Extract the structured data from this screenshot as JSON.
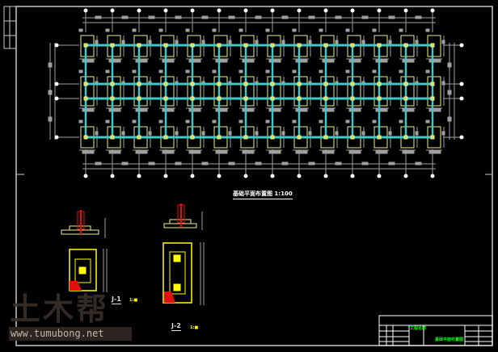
{
  "drawing": {
    "title": "基础平面布置图 1:100",
    "grid_columns": 14,
    "grid_rows": 4
  },
  "details": [
    {
      "label": "J-1",
      "scale": "1:■"
    },
    {
      "label": "J-2",
      "scale": "1:■"
    }
  ],
  "watermark": {
    "logo": "土木帮",
    "url": "www.tumubong.net"
  },
  "title_block": {
    "project": "工程名称",
    "sheet": "基础平面布置图"
  },
  "colors": {
    "beam": "#40c8c8",
    "footing": "#f0f08c",
    "dim": "#a0a0a0",
    "frame": "#c8c8c8",
    "rebar": "#e01010",
    "titleblock_text": "#20ff20"
  }
}
